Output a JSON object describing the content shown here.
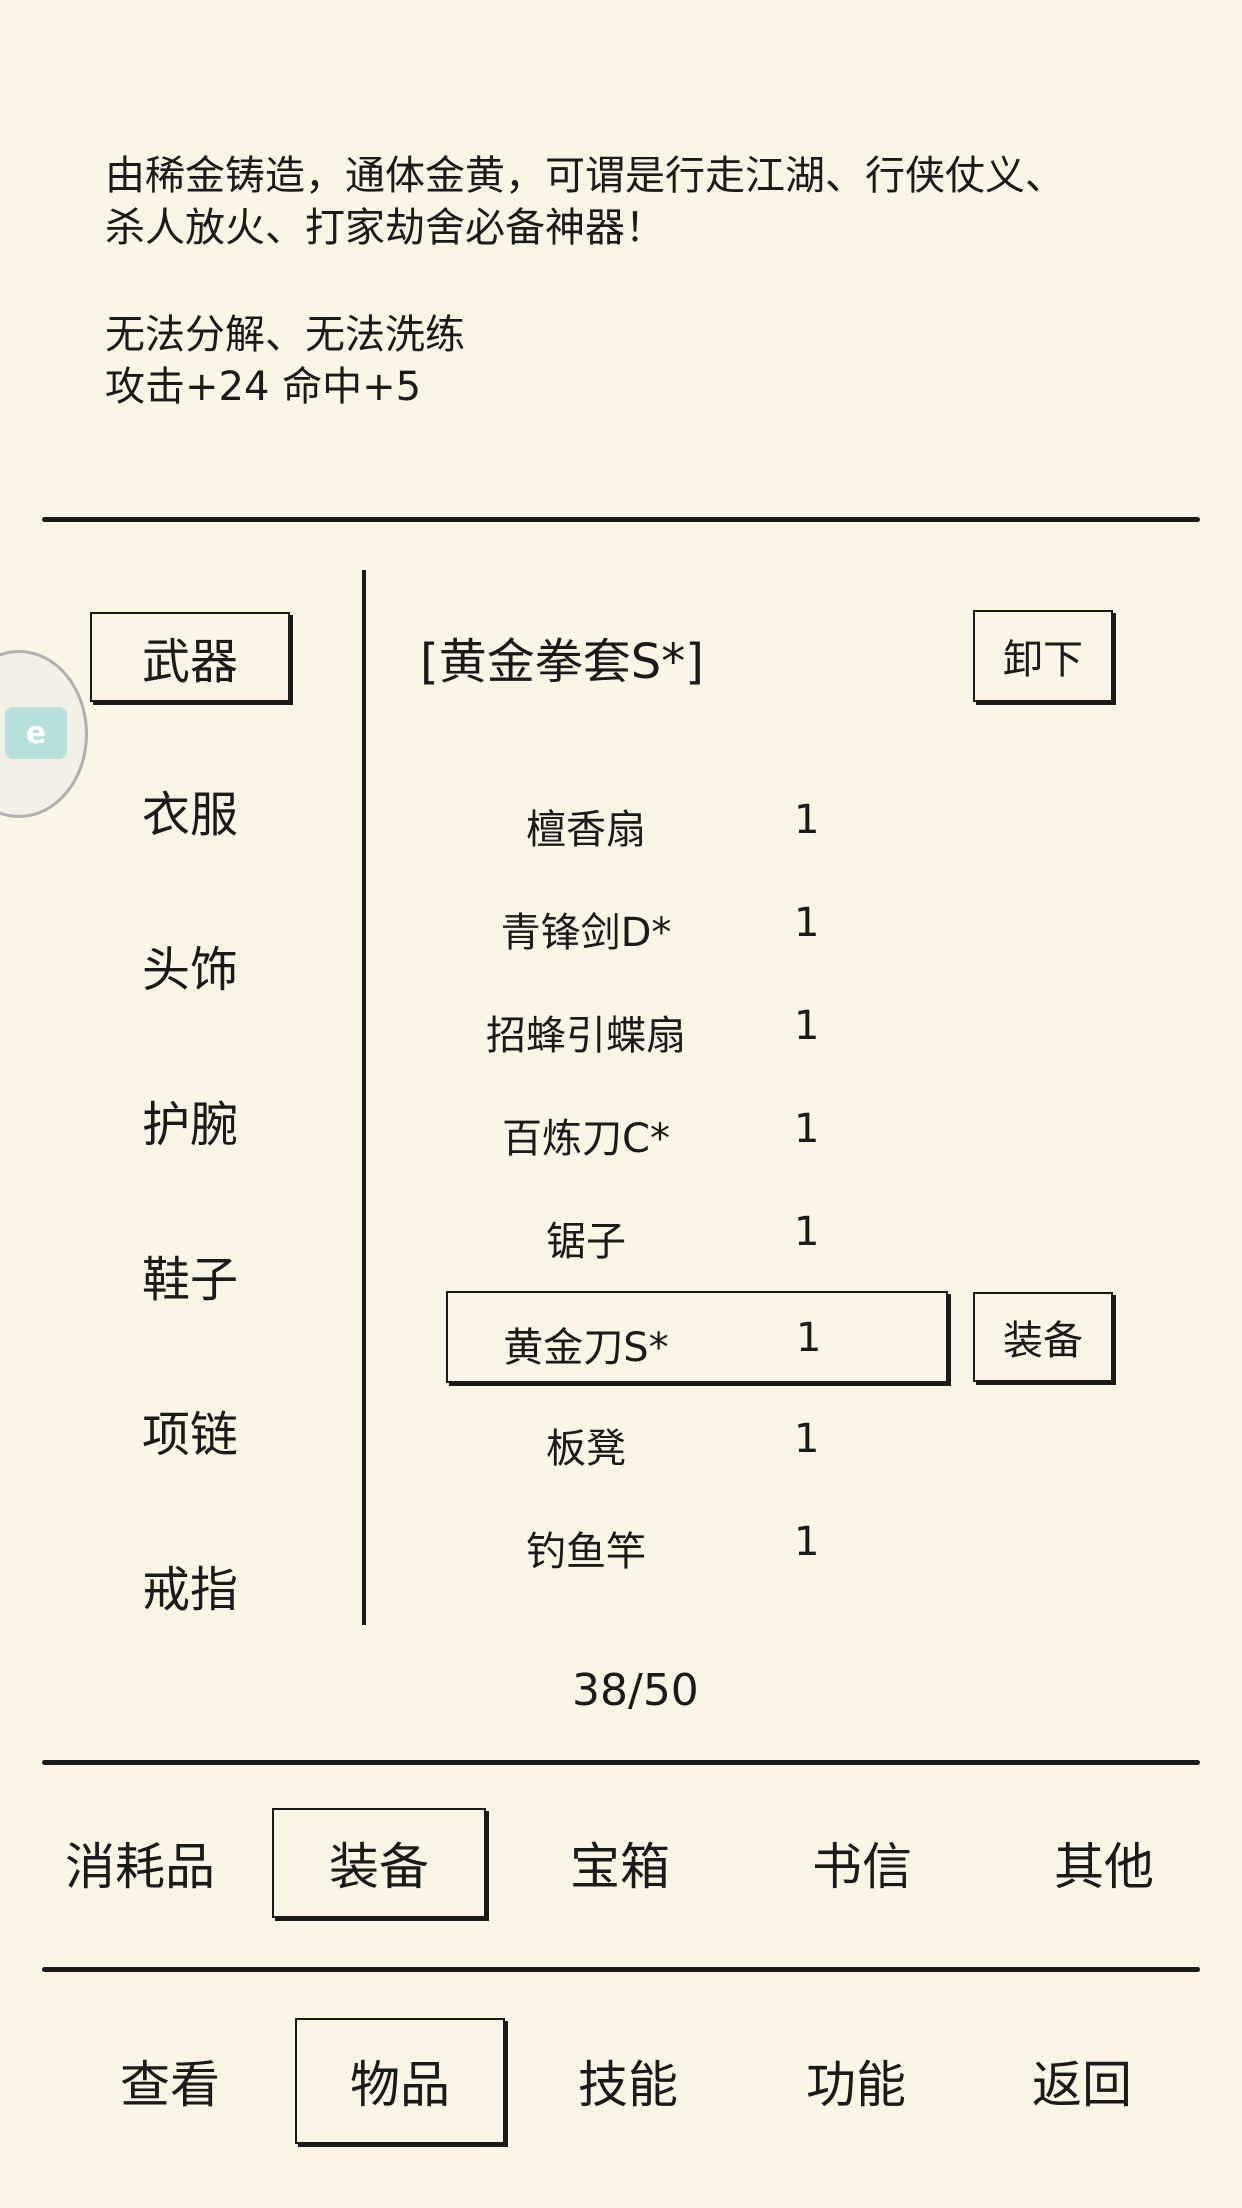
{
  "item_description": {
    "text": "由稀金铸造，通体金黄，可谓是行走江湖、行侠仗义、\n杀人放火、打家劫舍必备神器！",
    "notes": "无法分解、无法洗练",
    "stats": "攻击+24 命中+5"
  },
  "categories": [
    {
      "label": "武器",
      "selected": true
    },
    {
      "label": "衣服"
    },
    {
      "label": "头饰"
    },
    {
      "label": "护腕"
    },
    {
      "label": "鞋子"
    },
    {
      "label": "项链"
    },
    {
      "label": "戒指"
    }
  ],
  "equipped": {
    "name": "[黄金拳套S*]",
    "unequip_label": "卸下"
  },
  "items": [
    {
      "name": "檀香扇",
      "qty": "1"
    },
    {
      "name": "青锋剑D*",
      "qty": "1"
    },
    {
      "name": "招蜂引蝶扇",
      "qty": "1"
    },
    {
      "name": "百炼刀C*",
      "qty": "1"
    },
    {
      "name": "锯子",
      "qty": "1"
    },
    {
      "name": "黄金刀S*",
      "qty": "1",
      "selected": true
    },
    {
      "name": "板凳",
      "qty": "1"
    },
    {
      "name": "钓鱼竿",
      "qty": "1"
    }
  ],
  "equip_label": "装备",
  "capacity": "38/50",
  "item_tabs": [
    {
      "label": "消耗品"
    },
    {
      "label": "装备",
      "selected": true
    },
    {
      "label": "宝箱"
    },
    {
      "label": "书信"
    },
    {
      "label": "其他"
    }
  ],
  "bottom_nav": [
    {
      "label": "查看"
    },
    {
      "label": "物品",
      "selected": true
    },
    {
      "label": "技能"
    },
    {
      "label": "功能"
    },
    {
      "label": "返回"
    }
  ],
  "colors": {
    "background": "#fbf5e6",
    "ink": "#1a1a1a"
  }
}
